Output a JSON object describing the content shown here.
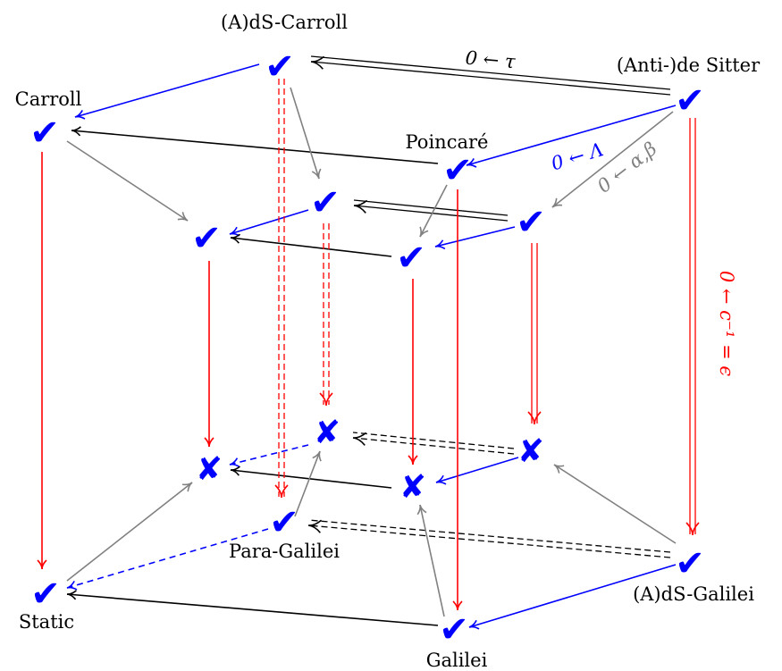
{
  "labels": {
    "ads_carroll": "(A)dS-Carroll",
    "anti_de_sitter": "(Anti-)de Sitter",
    "carroll": "Carroll",
    "poincare": "Poincaré",
    "para_galilei": "Para-Galilei",
    "static": "Static",
    "ads_galilei": "(A)dS-Galilei",
    "galilei": "Galilei"
  },
  "arrow_labels": {
    "tau": "0 ← τ",
    "lambda": "0 ← Λ",
    "alpha_beta": "0 ← α,β",
    "c_limit": "0 ← c⁻¹ = ϵ"
  },
  "marks": {
    "check": "✔",
    "cross": "✘"
  },
  "colors": {
    "blue": "#0000ff",
    "red": "#ff0000",
    "gray": "#808080",
    "black": "#000000"
  }
}
